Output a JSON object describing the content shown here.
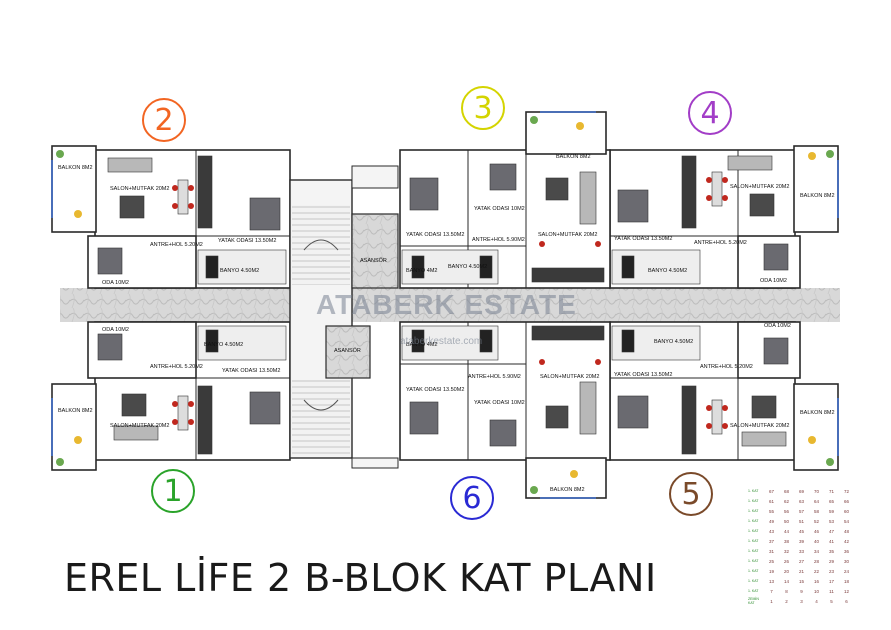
{
  "title": "EREL LİFE 2 B-BLOK KAT PLANI",
  "watermark": {
    "brand": "ATABERK ESTATE",
    "site": "ataberkestate.com"
  },
  "unit_numbers": [
    {
      "n": "1",
      "color": "#2aa32a"
    },
    {
      "n": "2",
      "color": "#f26522"
    },
    {
      "n": "3",
      "color": "#d4d400"
    },
    {
      "n": "4",
      "color": "#a23dc7"
    },
    {
      "n": "5",
      "color": "#7a4a2a"
    },
    {
      "n": "6",
      "color": "#2a2ad4"
    }
  ],
  "labels": {
    "balkon": "BALKON 8M2",
    "salon_20": "SALON+MUTFAK 20M2",
    "yatak": "YATAK ODASI 13.50M2",
    "antre_520": "ANTRE+HOL 5.20M2",
    "antre_590": "ANTRE+HOL 5.90M2",
    "banyo": "BANYO 4.50M2",
    "banyo_4": "BANYO 4M2",
    "oda": "ODA 10M2",
    "yatak_10": "YATAK ODASI 10M2",
    "asansor": "ASANSÖR"
  },
  "legend_rows": [
    {
      "k": "1. KAT",
      "v": [
        "67",
        "68",
        "69",
        "70",
        "71",
        "72"
      ]
    },
    {
      "k": "1. KAT",
      "v": [
        "61",
        "62",
        "63",
        "64",
        "65",
        "66"
      ]
    },
    {
      "k": "1. KAT",
      "v": [
        "55",
        "56",
        "57",
        "58",
        "59",
        "60"
      ]
    },
    {
      "k": "1. KAT",
      "v": [
        "49",
        "50",
        "51",
        "52",
        "53",
        "54"
      ]
    },
    {
      "k": "1. KAT",
      "v": [
        "43",
        "44",
        "45",
        "46",
        "47",
        "48"
      ]
    },
    {
      "k": "1. KAT",
      "v": [
        "37",
        "38",
        "39",
        "40",
        "41",
        "42"
      ]
    },
    {
      "k": "1. KAT",
      "v": [
        "31",
        "32",
        "33",
        "34",
        "35",
        "36"
      ]
    },
    {
      "k": "1. KAT",
      "v": [
        "25",
        "26",
        "27",
        "28",
        "29",
        "30"
      ]
    },
    {
      "k": "1. KAT",
      "v": [
        "19",
        "20",
        "21",
        "22",
        "23",
        "24"
      ]
    },
    {
      "k": "1. KAT",
      "v": [
        "13",
        "14",
        "15",
        "16",
        "17",
        "18"
      ]
    },
    {
      "k": "1. KAT",
      "v": [
        "7",
        "8",
        "9",
        "10",
        "11",
        "12"
      ]
    },
    {
      "k": "ZEMİN KAT",
      "v": [
        "1",
        "2",
        "3",
        "4",
        "5",
        "6"
      ]
    }
  ]
}
